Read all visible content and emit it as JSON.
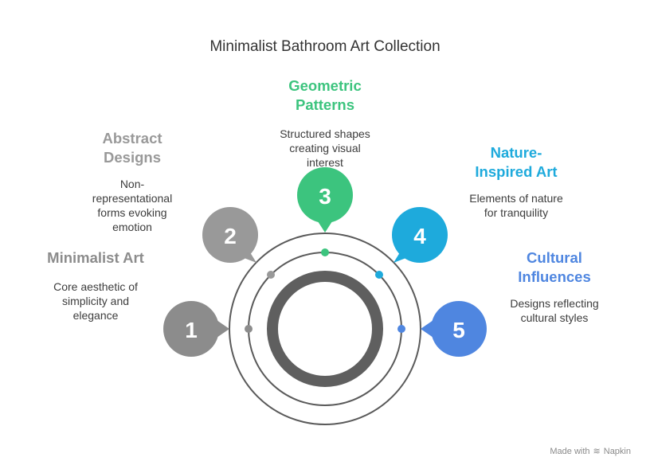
{
  "title": "Minimalist Bathroom Art Collection",
  "items": [
    {
      "number": "1",
      "title": "Minimalist Art",
      "description": "Core aesthetic of\nsimplicity and\nelegance",
      "color": "#8c8c8c"
    },
    {
      "number": "2",
      "title": "Abstract\nDesigns",
      "description": "Non-\nrepresentational\nforms evoking\nemotion",
      "color": "#999999"
    },
    {
      "number": "3",
      "title": "Geometric\nPatterns",
      "description": "Structured shapes\ncreating visual\ninterest",
      "color": "#3cc47e"
    },
    {
      "number": "4",
      "title": "Nature-\nInspired Art",
      "description": "Elements of nature\nfor tranquility",
      "color": "#1eaadc"
    },
    {
      "number": "5",
      "title": "Cultural\nInfluences",
      "description": "Designs reflecting\ncultural styles",
      "color": "#4f86e0"
    }
  ],
  "watermark": {
    "text": "Made with",
    "brand": "Napkin",
    "logo_icon": "napkin-logo-icon"
  }
}
